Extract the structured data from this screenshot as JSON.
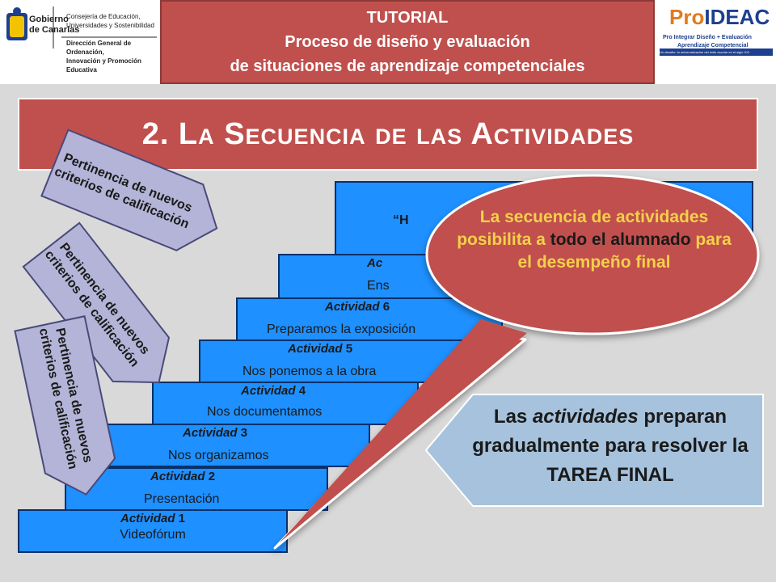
{
  "header": {
    "logo_left": {
      "gov_line1": "Gobierno",
      "gov_line2": "de Canarias",
      "dept_line1": "Consejería de Educación,",
      "dept_line2": "Universidades y Sostenibilidad",
      "dept_line3": "Dirección General de Ordenación,",
      "dept_line4": "Innovación y Promoción Educativa"
    },
    "line1": "TUTORIAL",
    "line2": "Proceso de diseño y evaluación",
    "line3": "de situaciones de aprendizaje competenciales",
    "logo_right": {
      "brand_a": "Pro",
      "brand_b": "IDEAC",
      "tag1": "Pro Integrar Diseño + Evaluación",
      "tag2": "Aprendizaje Competencial",
      "tag3": "Un desafío: la universalización del éxito escolar en el siglo XXI"
    }
  },
  "title": "2. La Secuencia de las Actividades",
  "stairs": [
    {
      "act_word": "Actividad",
      "num": "1",
      "name": "Videofórum"
    },
    {
      "act_word": "Actividad",
      "num": "2",
      "name": "Presentación"
    },
    {
      "act_word": "Actividad",
      "num": "3",
      "name": "Nos organizamos"
    },
    {
      "act_word": "Actividad",
      "num": "4",
      "name": "Nos documentamos"
    },
    {
      "act_word": "Actividad",
      "num": "5",
      "name": "Nos ponemos a la obra"
    },
    {
      "act_word": "Actividad",
      "num": "6",
      "name": "Preparamos la exposición"
    },
    {
      "act_word": "Ac",
      "num": "",
      "name": "Ens"
    },
    {
      "act_word": "“H",
      "num": "",
      "name": ""
    }
  ],
  "arrows": [
    "Pertinencia de nuevos criterios de calificación",
    "Pertinencia de nuevos criterios de calificación",
    "Pertinencia de nuevos criterios de calificación"
  ],
  "bubble": {
    "part1": "La secuencia de actividades  posibilita a",
    "part2": "todo el alumnado",
    "part3": "para el desempeño final"
  },
  "final_box": {
    "t1": "Las",
    "t2": "actividades",
    "t3": "preparan gradualmente para resolver la TAREA FINAL"
  },
  "colors": {
    "header_red": "#c0504d",
    "step_blue": "#1e90ff",
    "arrow_lavender": "#b4b4d8",
    "bubble_red": "#c0504d",
    "final_box_blue": "#a6c2dc",
    "bubble_text": "#f5d04a"
  }
}
